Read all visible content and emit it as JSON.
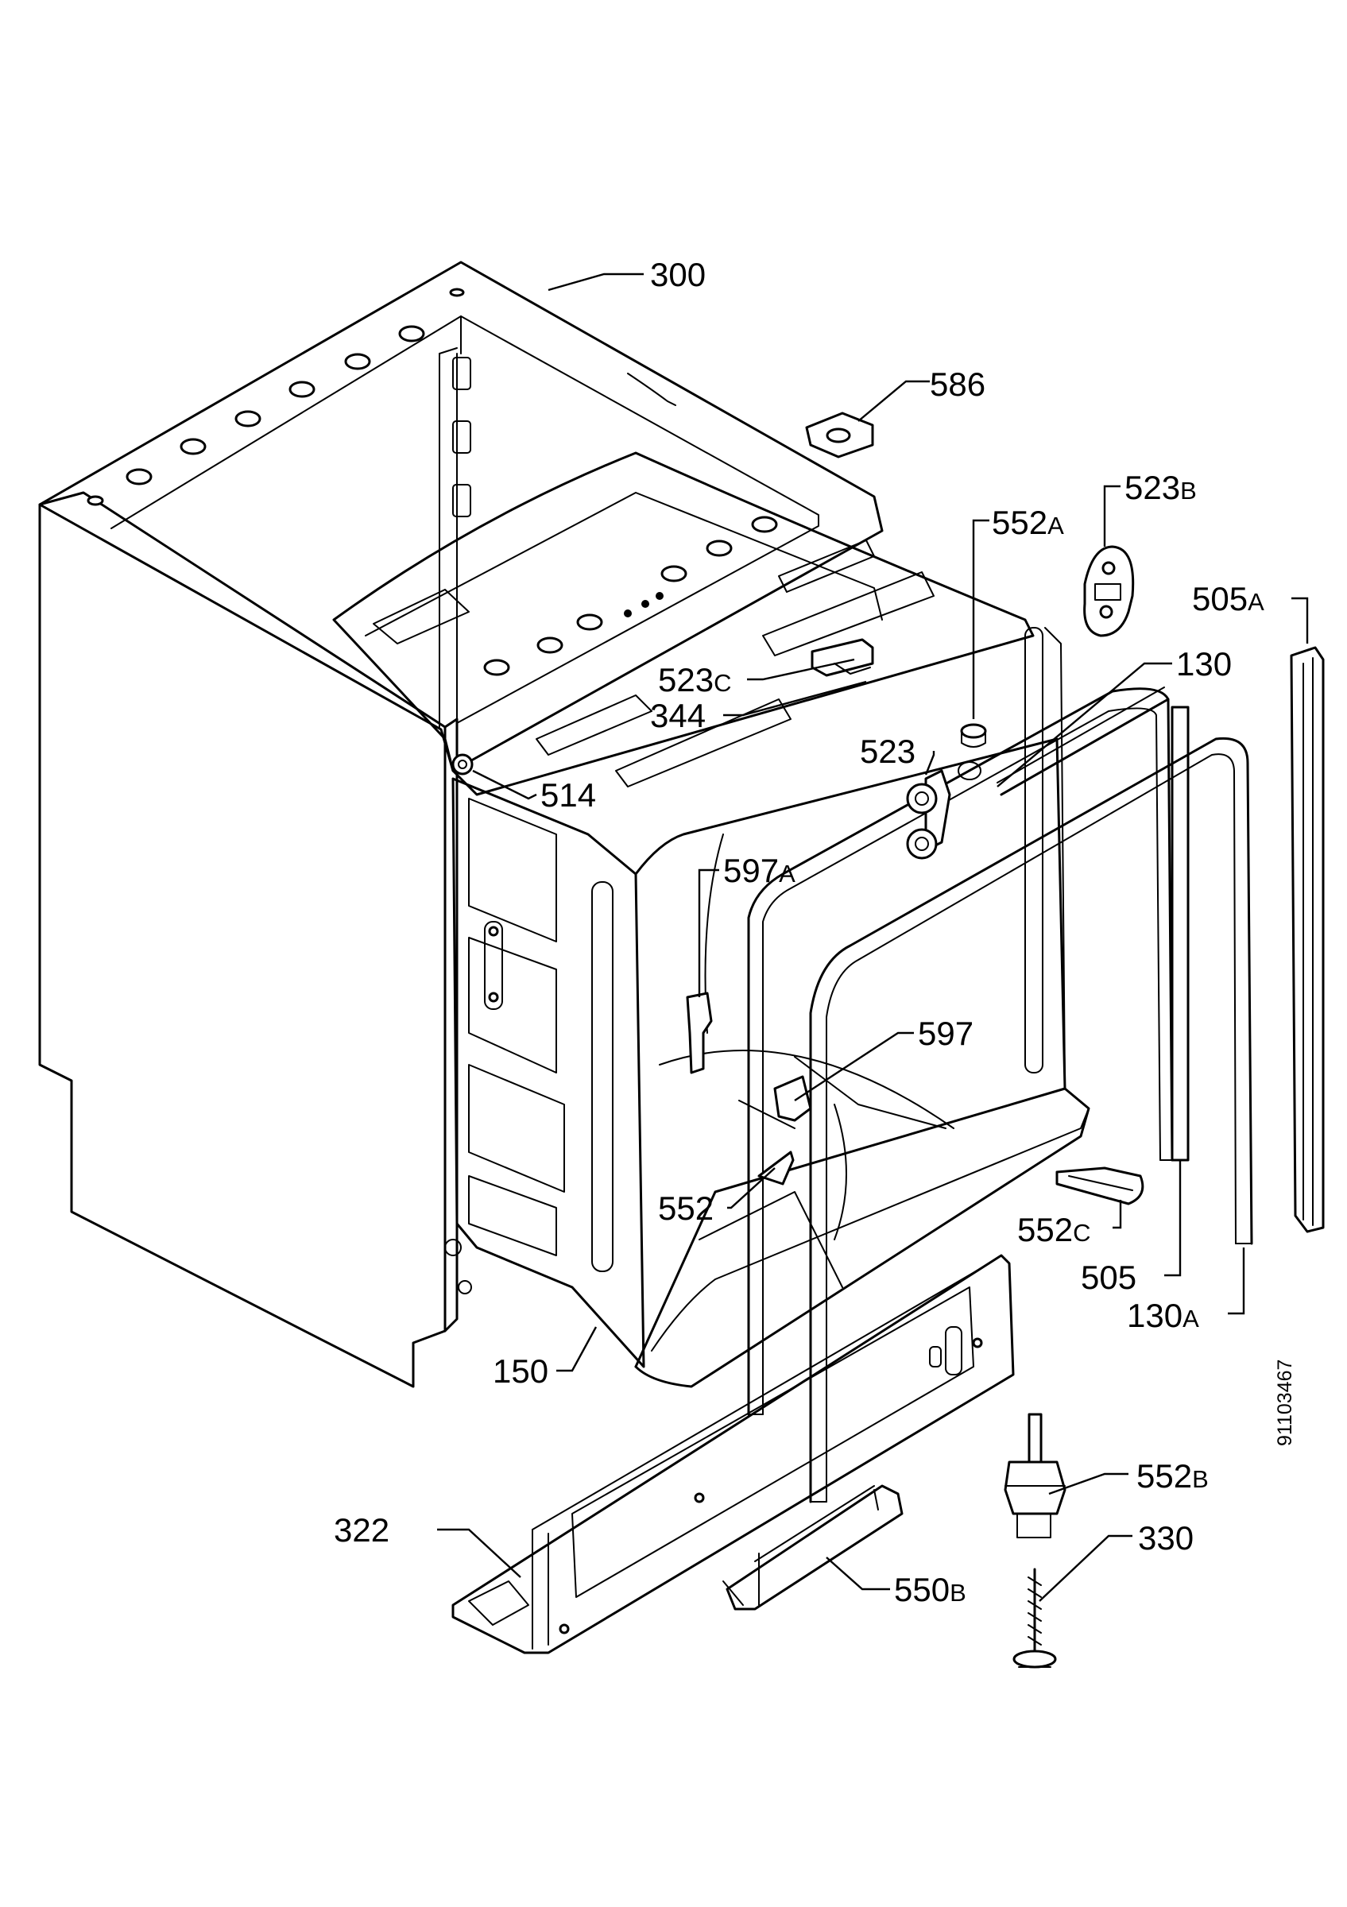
{
  "diagram": {
    "callouts": [
      {
        "id": "300",
        "num": "300",
        "suffix": ""
      },
      {
        "id": "586",
        "num": "586",
        "suffix": ""
      },
      {
        "id": "523B",
        "num": "523",
        "suffix": "B"
      },
      {
        "id": "552A",
        "num": "552",
        "suffix": "A"
      },
      {
        "id": "505A",
        "num": "505",
        "suffix": "A"
      },
      {
        "id": "130",
        "num": "130",
        "suffix": ""
      },
      {
        "id": "523C",
        "num": "523",
        "suffix": "C"
      },
      {
        "id": "344",
        "num": "344",
        "suffix": ""
      },
      {
        "id": "523",
        "num": "523",
        "suffix": ""
      },
      {
        "id": "514",
        "num": "514",
        "suffix": ""
      },
      {
        "id": "597A",
        "num": "597",
        "suffix": "A"
      },
      {
        "id": "597",
        "num": "597",
        "suffix": ""
      },
      {
        "id": "552",
        "num": "552",
        "suffix": ""
      },
      {
        "id": "552C",
        "num": "552",
        "suffix": "C"
      },
      {
        "id": "505",
        "num": "505",
        "suffix": ""
      },
      {
        "id": "130A",
        "num": "130",
        "suffix": "A"
      },
      {
        "id": "150",
        "num": "150",
        "suffix": ""
      },
      {
        "id": "552B",
        "num": "552",
        "suffix": "B"
      },
      {
        "id": "322",
        "num": "322",
        "suffix": ""
      },
      {
        "id": "330",
        "num": "330",
        "suffix": ""
      },
      {
        "id": "550B",
        "num": "550",
        "suffix": "B"
      }
    ],
    "document_number": "91103467"
  }
}
